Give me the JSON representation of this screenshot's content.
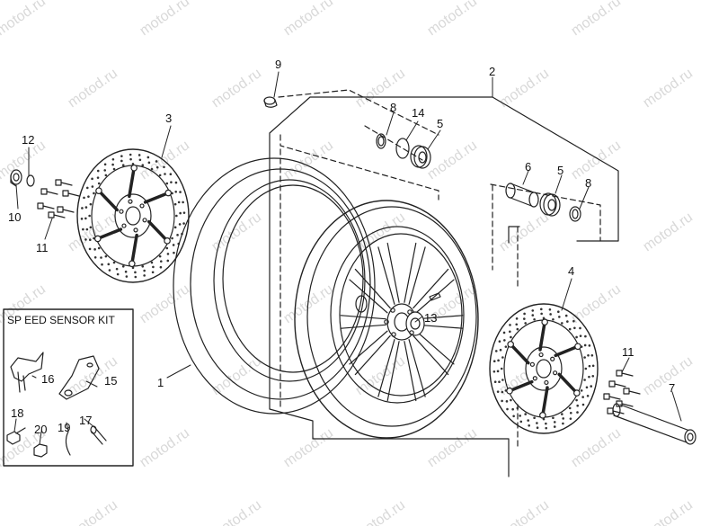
{
  "watermark": "motod.ru",
  "kit": {
    "title": "SP EED SENSOR KIT"
  },
  "callouts": {
    "c1": "1",
    "c2": "2",
    "c3": "3",
    "c4": "4",
    "c5a": "5",
    "c5b": "5",
    "c6": "6",
    "c7": "7",
    "c8a": "8",
    "c8b": "8",
    "c9": "9",
    "c10": "10",
    "c11a": "11",
    "c11b": "11",
    "c12": "12",
    "c13": "13",
    "c14": "14",
    "c15": "15",
    "c16": "16",
    "c17": "17",
    "c18": "18",
    "c19": "19",
    "c20": "20"
  },
  "colors": {
    "line": "#222222",
    "watermark": "#d9d9d9",
    "background": "#ffffff"
  }
}
